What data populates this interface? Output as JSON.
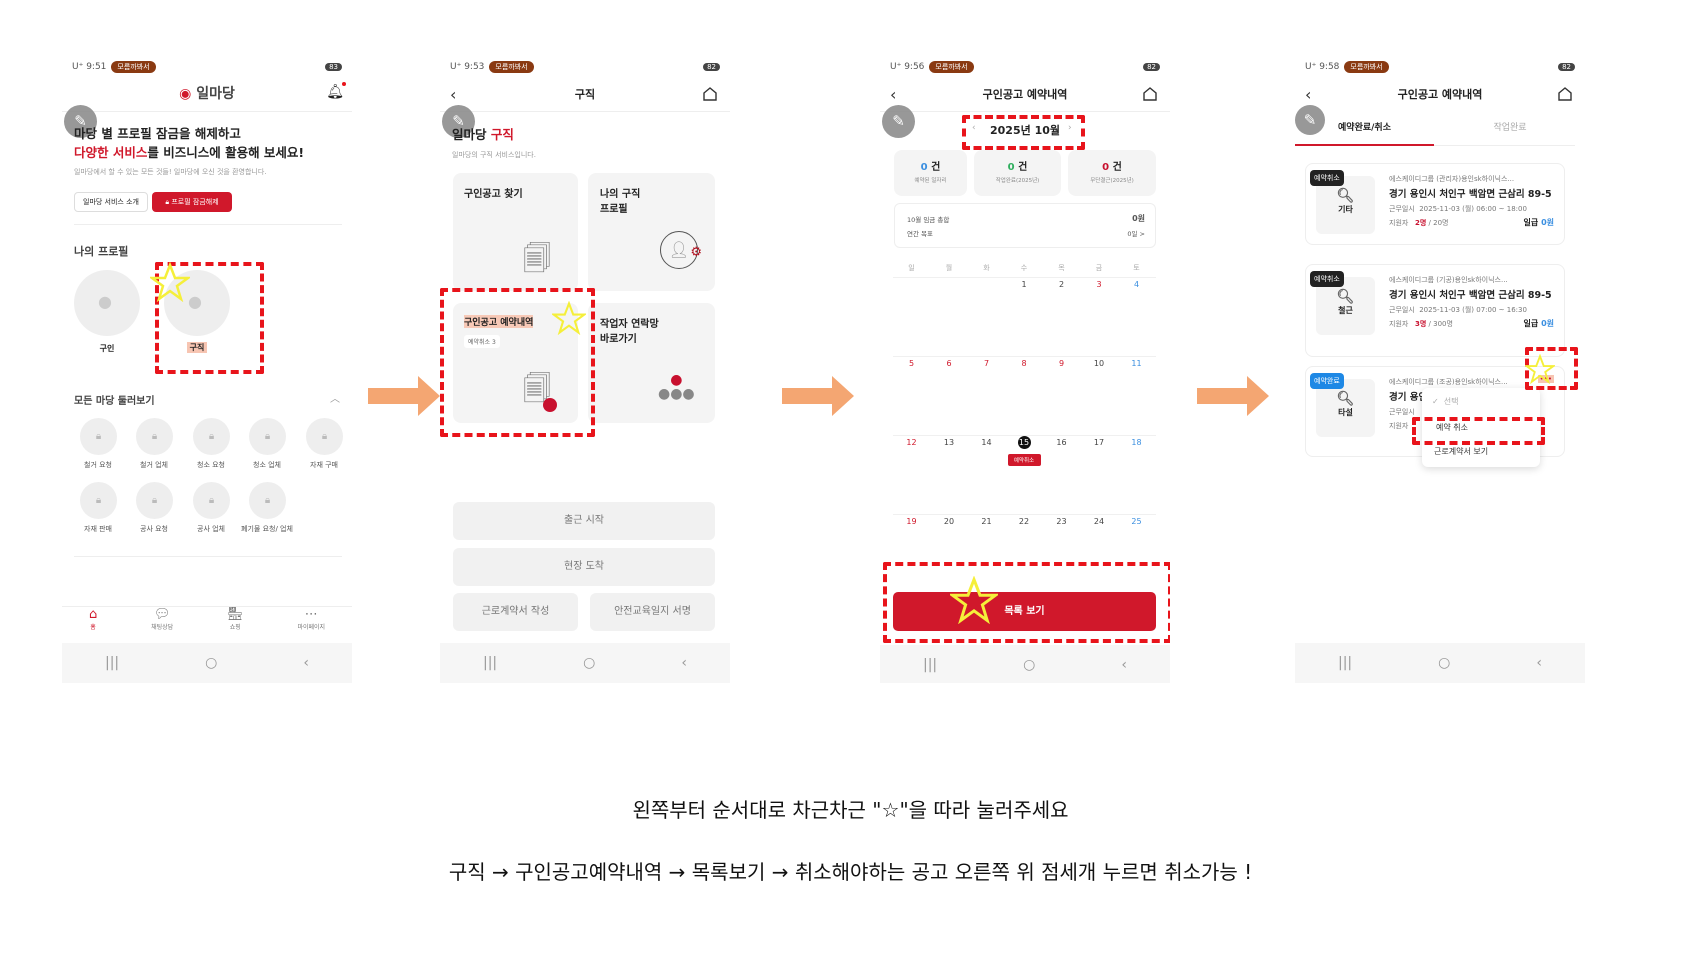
{
  "instructions": {
    "line1": "왼쪽부터 순서대로 차근차근 \"☆\"을 따라 눌러주세요",
    "line2": "구직 → 구인공고예약내역 → 목록보기 → 취소해야하는 공고 오른쪽 위 점세개 누르면 취소가능 !"
  },
  "colors": {
    "brand": "#d0182b",
    "arrow": "#f4a672",
    "highlight": "#e8141b",
    "star": "#f5ef3a",
    "blue": "#3b8fe0",
    "green": "#2fae5e"
  },
  "status_pill": "모름까봐서",
  "phone1": {
    "time": "U⁺ 9:51",
    "battery": "83",
    "logo": "일마당",
    "headline_1": "마당 별 프로필 잠금을 해제하고",
    "headline_2_accent": "다양한 서비스",
    "headline_2_rest": "를 비즈니스에 활용해 보세요!",
    "subtitle": "일마당에서 할 수 있는 모든 것들! 일마당에 오신 것을 환영합니다.",
    "btn_intro": "일마당 서비스 소개",
    "btn_unlock": "프로필 잠금해제",
    "my_profile_title": "나의 프로필",
    "profiles": [
      "구인",
      "구직"
    ],
    "all_title": "모든 마당 둘러보기",
    "madang": [
      "철거 요청",
      "철거 업체",
      "청소 요청",
      "청소 업체",
      "자재 구매",
      "자재 판매",
      "공사 요청",
      "공사 업체",
      "폐기물 요청/ 업체"
    ],
    "nav": [
      "홈",
      "채팅상담",
      "쇼핑",
      "마이페이지"
    ]
  },
  "phone2": {
    "time": "U⁺ 9:53",
    "battery": "82",
    "title": "구직",
    "heading_plain": "일마당 ",
    "heading_accent": "구직",
    "subtitle": "일마당의 구직 서비스입니다.",
    "cards": [
      "구인공고 찾기",
      "나의 구직 프로필",
      "구인공고 예약내역",
      "작업자 연락망 바로가기"
    ],
    "cancel_chip": "예약취소 3",
    "buttons": [
      "출근 시작",
      "현장 도착",
      "근로계약서 작성",
      "안전교육일지 서명"
    ]
  },
  "phone3": {
    "time": "U⁺ 9:56",
    "battery": "82",
    "title": "구인공고 예약내역",
    "month": "2025년 10월",
    "stats": [
      {
        "value": "0",
        "unit": "건",
        "label": "예약된 일자리"
      },
      {
        "value": "0",
        "unit": "건",
        "label": "작업완료(2025년)"
      },
      {
        "value": "0",
        "unit": "건",
        "label": "무단결근(2025년)"
      }
    ],
    "wage_label": "10월 임금 총합",
    "wage_value": "0원",
    "goal_label": "연간 목표",
    "goal_value": "0일 >",
    "weekdays": [
      "일",
      "월",
      "화",
      "수",
      "목",
      "금",
      "토"
    ],
    "weeks": [
      [
        null,
        null,
        null,
        1,
        2,
        3,
        4
      ],
      [
        5,
        6,
        7,
        8,
        9,
        10,
        11
      ],
      [
        12,
        13,
        14,
        15,
        16,
        17,
        18
      ],
      [
        19,
        20,
        21,
        22,
        23,
        24,
        25
      ]
    ],
    "red_days": [
      3,
      5,
      6,
      7,
      8,
      9,
      12,
      19
    ],
    "blue_days": [
      4,
      11,
      18,
      25
    ],
    "selected_day": 15,
    "event_label": "예약취소",
    "list_button": "목록 보기"
  },
  "phone4": {
    "time": "U⁺ 9:58",
    "battery": "82",
    "title": "구인공고 예약내역",
    "tabs": [
      "예약완료/취소",
      "작업완료"
    ],
    "jobs": [
      {
        "badge": "예약취소",
        "category": "기타",
        "company": "에스케이디그룹 (관리자)용인sk하이닉스...",
        "address": "경기 용인시 처인구 백암면 근삼리 89-5",
        "time_label": "근무일시",
        "time": "2025-11-03 (월) 06:00 ~ 18:00",
        "applicant_label": "지원자",
        "applied": "2명",
        "capacity": " / 20명",
        "pay_label": "일급",
        "pay": "0원"
      },
      {
        "badge": "예약취소",
        "category": "철근",
        "company": "에스케이디그룹 (기공)용인sk하이닉스...",
        "address": "경기 용인시 처인구 백암면 근삼리 89-5",
        "time_label": "근무일시",
        "time": "2025-11-03 (월) 07:00 ~ 16:30",
        "applicant_label": "지원자",
        "applied": "3명",
        "capacity": " / 300명",
        "pay_label": "일급",
        "pay": "0원"
      },
      {
        "badge": "예약완료",
        "category": "타설",
        "company": "에스케이디그룹 (조공)용인sk하이닉스...",
        "address": "경기 용인",
        "time_label": "근무일시",
        "applicant_label": "지원자"
      }
    ],
    "more": "•••",
    "menu": [
      "선택",
      "예약 취소",
      "근로계약서 보기"
    ]
  }
}
